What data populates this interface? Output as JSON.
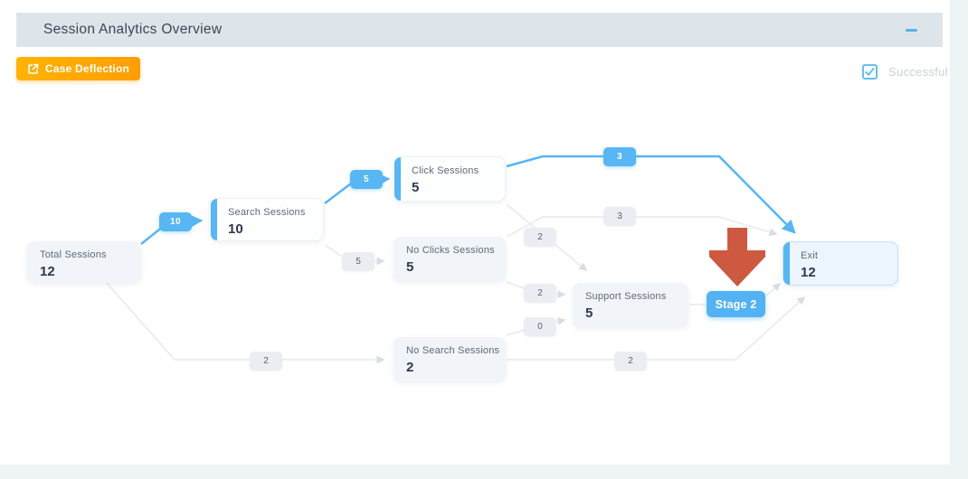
{
  "header": {
    "title": "Session Analytics Overview"
  },
  "toolbar": {
    "case_deflection_label": "Case Deflection"
  },
  "filter": {
    "successful_label": "Successful",
    "successful_checked": true
  },
  "flow": {
    "stage_button_label": "Stage 2",
    "nodes": [
      {
        "id": "total-sessions",
        "label": "Total Sessions",
        "value": "12"
      },
      {
        "id": "search-sessions",
        "label": "Search Sessions",
        "value": "10"
      },
      {
        "id": "click-sessions",
        "label": "Click Sessions",
        "value": "5"
      },
      {
        "id": "no-clicks-sessions",
        "label": "No Clicks Sessions",
        "value": "5"
      },
      {
        "id": "no-search-sessions",
        "label": "No Search Sessions",
        "value": "2"
      },
      {
        "id": "support-sessions",
        "label": "Support Sessions",
        "value": "5"
      },
      {
        "id": "exit",
        "label": "Exit",
        "value": "12"
      }
    ],
    "edges": [
      {
        "from": "total-sessions",
        "to": "search-sessions",
        "value": "10",
        "style": "active"
      },
      {
        "from": "search-sessions",
        "to": "click-sessions",
        "value": "5",
        "style": "active"
      },
      {
        "from": "click-sessions",
        "to": "exit",
        "value": "3",
        "style": "active"
      },
      {
        "from": "search-sessions",
        "to": "no-clicks-sessions",
        "value": "5",
        "style": "inactive"
      },
      {
        "from": "no-clicks-sessions",
        "to": "exit",
        "value": "3",
        "style": "inactive"
      },
      {
        "from": "click-sessions",
        "to": "support-sessions",
        "value": "2",
        "style": "inactive"
      },
      {
        "from": "no-clicks-sessions",
        "to": "support-sessions",
        "value": "2",
        "style": "inactive"
      },
      {
        "from": "no-search-sessions",
        "to": "support-sessions",
        "value": "0",
        "style": "inactive"
      },
      {
        "from": "total-sessions",
        "to": "no-search-sessions",
        "value": "2",
        "style": "inactive"
      },
      {
        "from": "no-search-sessions",
        "to": "exit",
        "value": "2",
        "style": "inactive"
      }
    ],
    "colors": {
      "active_edge": "#57b6f3",
      "inactive_edge": "#e6e9ef",
      "stage_button": "#53b2f3",
      "pointer_arrow": "#cd5940",
      "case_deflection_button": "#ffa402"
    }
  }
}
